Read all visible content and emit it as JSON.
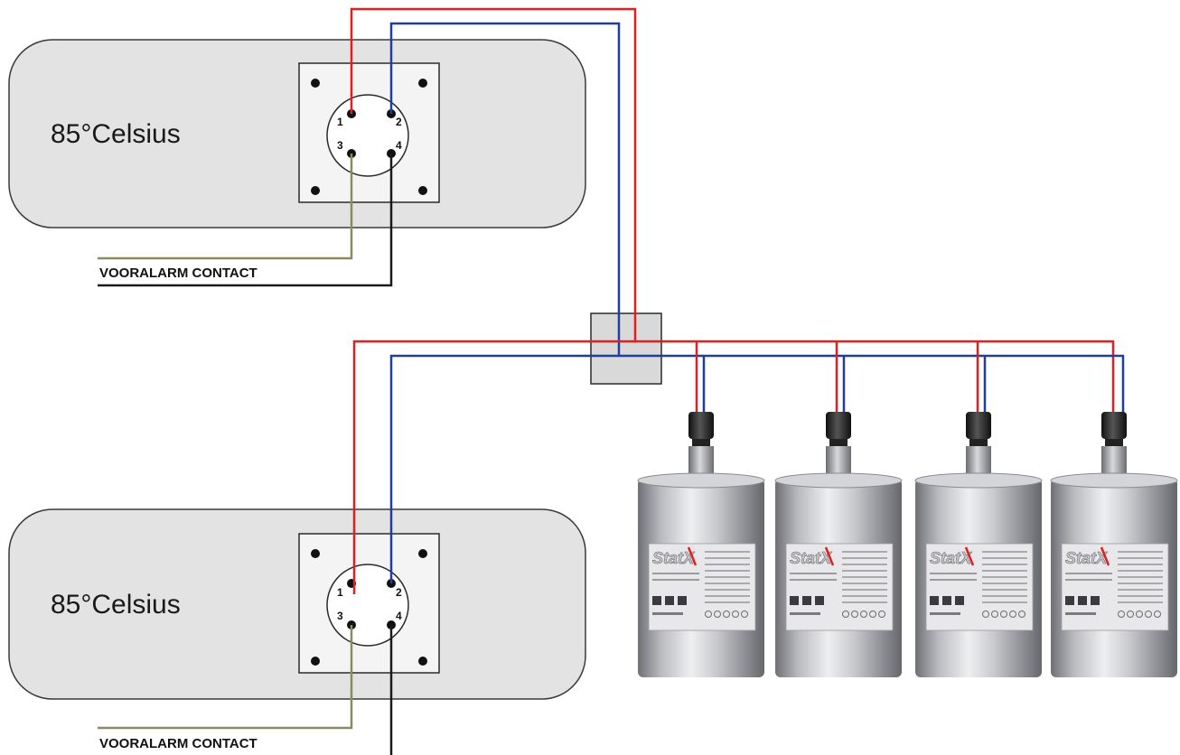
{
  "units": [
    {
      "temperature_label": "85°Celsius",
      "pins": [
        "1",
        "2",
        "3",
        "4"
      ],
      "contact_label": "VOORALARM CONTACT"
    },
    {
      "temperature_label": "85°Celsius",
      "pins": [
        "1",
        "2",
        "3",
        "4"
      ],
      "contact_label": "VOORALARM CONTACT"
    }
  ],
  "generators": [
    {
      "brand": "Stat-X"
    },
    {
      "brand": "Stat-X"
    },
    {
      "brand": "Stat-X"
    },
    {
      "brand": "Stat-X"
    }
  ],
  "colors": {
    "wire_positive": "#e02020",
    "wire_negative": "#1f3f9e",
    "wire_contact_a": "#8a8a63",
    "wire_contact_b": "#1a1a1a",
    "panel_fill": "#e3e3e3",
    "junction_fill": "#d9d9d9",
    "brand_red": "#d22",
    "steel_light": "#e9e9eb",
    "steel_dark": "#7e7f85"
  }
}
